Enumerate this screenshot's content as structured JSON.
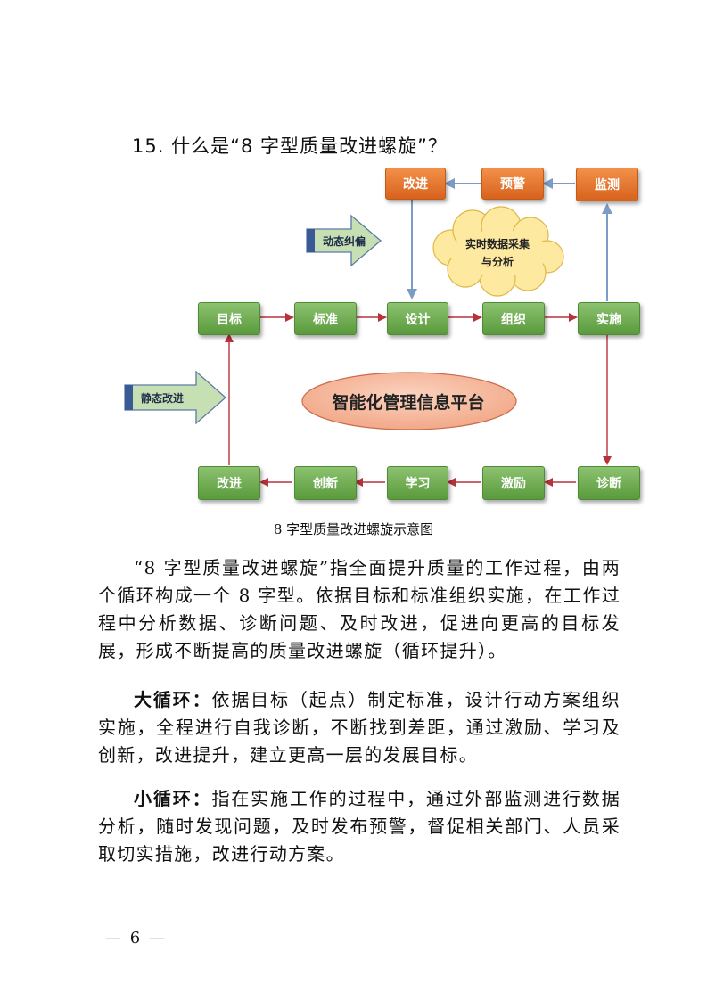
{
  "heading": "15. 什么是“8 字型质量改进螺旋”？",
  "diagram": {
    "top_row": [
      "改进",
      "预警",
      "监测"
    ],
    "middle_row": [
      "目标",
      "标准",
      "设计",
      "组织",
      "实施"
    ],
    "bottom_row": [
      "改进",
      "创新",
      "学习",
      "激励",
      "诊断"
    ],
    "cloud_text": [
      "实时数据采集",
      "与分析"
    ],
    "dynamic_label": "动态纠偏",
    "static_label": "静态改进",
    "platform_label": "智能化管理信息平台",
    "colors": {
      "green_node": "#6aaa4a",
      "orange_node": "#e8752e",
      "red_arrow": "#b8323a",
      "blue_arrow": "#7a9cc6",
      "block_arrow": "#c6e0b4",
      "cloud": "#fde9a0",
      "platform_ellipse": "#f5b59a"
    }
  },
  "caption": "8 字型质量改进螺旋示意图",
  "paragraphs": {
    "p1": "“8 字型质量改进螺旋”指全面提升质量的工作过程，由两个循环构成一个 8 字型。依据目标和标准组织实施，在工作过程中分析数据、诊断问题、及时改进，促进向更高的目标发展，形成不断提高的质量改进螺旋（循环提升）。",
    "p2_label": "大循环：",
    "p2_text": "依据目标（起点）制定标准，设计行动方案组织实施，全程进行自我诊断，不断找到差距，通过激励、学习及创新，改进提升，建立更高一层的发展目标。",
    "p3_label": "小循环：",
    "p3_text": "指在实施工作的过程中，通过外部监测进行数据分析，随时发现问题，及时发布预警，督促相关部门、人员采取切实措施，改进行动方案。"
  },
  "page_number": "— 6 —"
}
